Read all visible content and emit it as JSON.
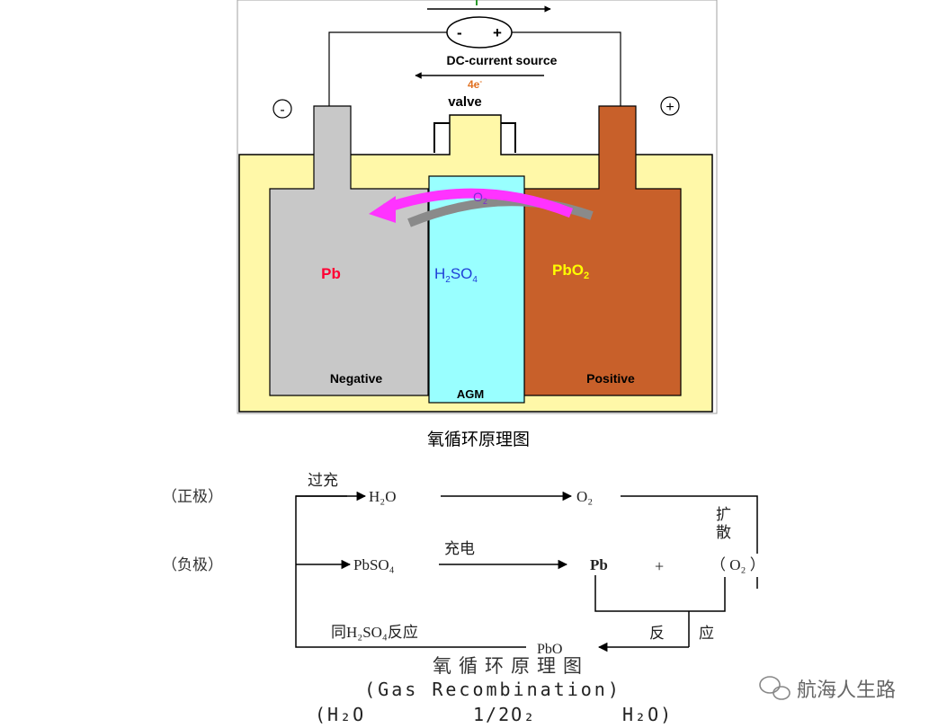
{
  "top_diagram": {
    "source_label": "DC-current source",
    "source_minus": "-",
    "source_plus": "+",
    "electron_label": "4e",
    "electron_sup": "-",
    "valve_label": "valve",
    "neg_terminal": "-",
    "pos_terminal": "+",
    "negative_material": "Pb",
    "electrolyte": {
      "p1": "H",
      "s1": "2",
      "p2": "SO",
      "s2": "4"
    },
    "positive_material": {
      "p1": "PbO",
      "s1": "2"
    },
    "oxygen": {
      "p1": "O",
      "s1": "2"
    },
    "negative_label": "Negative",
    "separator_label": "AGM",
    "positive_label": "Positive",
    "caption": "氧循环原理图",
    "colors": {
      "case": "#fff8a8",
      "negative_plate": "#c8c8c8",
      "positive_plate": "#c8602a",
      "agm": "#99ffff",
      "oxygen_arrow": "#ff33ff",
      "pb_text": "#ff0033",
      "pbo2_text": "#ffff00",
      "h2so4_text": "#1f3fd8",
      "electron_text": "#e07020"
    }
  },
  "bottom_diagram": {
    "row1_label": "（正极）",
    "overcharge_label": "过充",
    "h2o": "H₂O",
    "o2": "O₂",
    "diffuse_1": "扩",
    "diffuse_2": "散",
    "row2_label": "（负极）",
    "pbso4": "PbSO₄",
    "charge_label": "充电",
    "pb": "Pb",
    "plus": "+",
    "o2_paren": "（ O₂ ）",
    "react_1": "反",
    "react_2": "应",
    "with_h2so4": "同H₂SO₄反应",
    "pbo": "PbO",
    "caption_cn": "氧循环原理图",
    "caption_en": "(Gas Recombination)",
    "formula_1": "(H₂O",
    "formula_2": "1/2O₂",
    "formula_3": "H₂O)"
  },
  "watermark": "航海人生路"
}
